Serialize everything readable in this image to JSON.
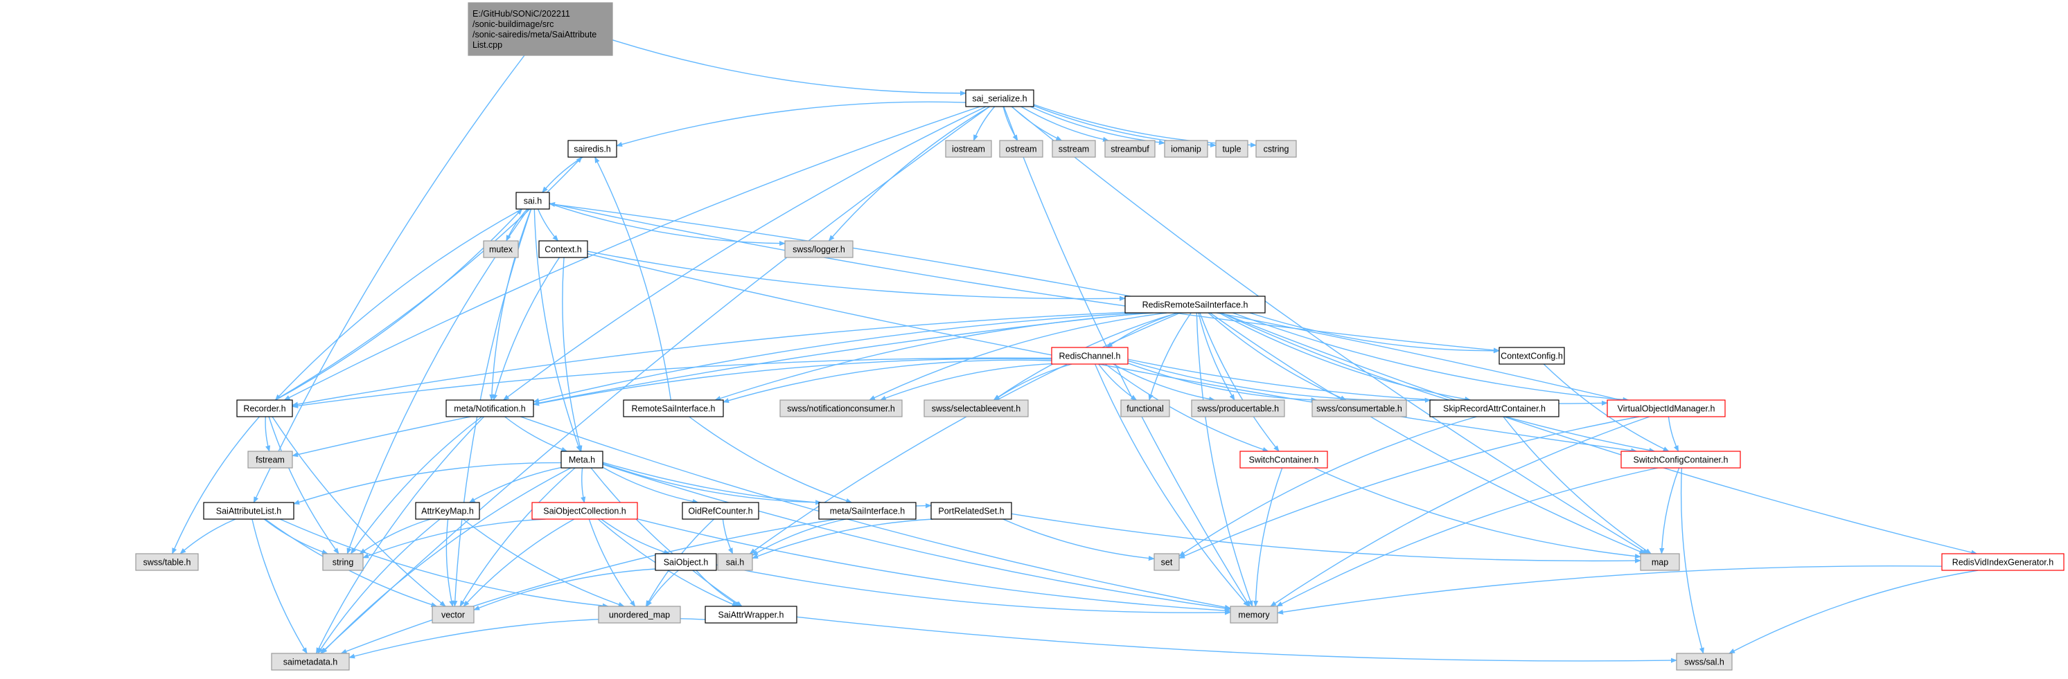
{
  "colors": {
    "edge": "#63b8ff",
    "root_fill": "#999999",
    "node_fill": "#ffffff",
    "external_fill": "#e0e0e0",
    "node_border": "#000000",
    "external_border": "#999999",
    "truncated_border": "#ff0000"
  },
  "nodes": {
    "root": {
      "lines": [
        "E:/GitHub/SONiC/202211",
        "/sonic-buildimage/src",
        "/sonic-sairedis/meta/SaiAttribute",
        "List.cpp"
      ],
      "kind": "root"
    },
    "sai_serialize": {
      "lines": [
        "sai_serialize.h"
      ],
      "kind": "node"
    },
    "sairedis": {
      "lines": [
        "sairedis.h"
      ],
      "kind": "node"
    },
    "iostream": {
      "lines": [
        "iostream"
      ],
      "kind": "external"
    },
    "ostream": {
      "lines": [
        "ostream"
      ],
      "kind": "external"
    },
    "sstream": {
      "lines": [
        "sstream"
      ],
      "kind": "external"
    },
    "streambuf": {
      "lines": [
        "streambuf"
      ],
      "kind": "external"
    },
    "iomanip": {
      "lines": [
        "iomanip"
      ],
      "kind": "external"
    },
    "tuple": {
      "lines": [
        "tuple"
      ],
      "kind": "external"
    },
    "cstring": {
      "lines": [
        "cstring"
      ],
      "kind": "external"
    },
    "sai": {
      "lines": [
        "sai.h"
      ],
      "kind": "node"
    },
    "mutex": {
      "lines": [
        "mutex"
      ],
      "kind": "external"
    },
    "context": {
      "lines": [
        "Context.h"
      ],
      "kind": "node"
    },
    "swsslogger": {
      "lines": [
        "swss/logger.h"
      ],
      "kind": "external"
    },
    "redisremote": {
      "lines": [
        "RedisRemoteSaiInterface.h"
      ],
      "kind": "node"
    },
    "contextconfig": {
      "lines": [
        "ContextConfig.h"
      ],
      "kind": "node"
    },
    "redischannel": {
      "lines": [
        "RedisChannel.h"
      ],
      "kind": "truncated"
    },
    "recorder": {
      "lines": [
        "Recorder.h"
      ],
      "kind": "node"
    },
    "notification": {
      "lines": [
        "meta/Notification.h"
      ],
      "kind": "node"
    },
    "remotesai": {
      "lines": [
        "RemoteSaiInterface.h"
      ],
      "kind": "node"
    },
    "notifconsumer": {
      "lines": [
        "swss/notificationconsumer.h"
      ],
      "kind": "external"
    },
    "selectable": {
      "lines": [
        "swss/selectableevent.h"
      ],
      "kind": "external"
    },
    "functional": {
      "lines": [
        "functional"
      ],
      "kind": "external"
    },
    "producertable": {
      "lines": [
        "swss/producertable.h"
      ],
      "kind": "external"
    },
    "consumertable": {
      "lines": [
        "swss/consumertable.h"
      ],
      "kind": "external"
    },
    "skiprecord": {
      "lines": [
        "SkipRecordAttrContainer.h"
      ],
      "kind": "node"
    },
    "vidmanager": {
      "lines": [
        "VirtualObjectIdManager.h"
      ],
      "kind": "truncated"
    },
    "fstream": {
      "lines": [
        "fstream"
      ],
      "kind": "external"
    },
    "meta": {
      "lines": [
        "Meta.h"
      ],
      "kind": "node"
    },
    "switchcontainer": {
      "lines": [
        "SwitchContainer.h"
      ],
      "kind": "truncated"
    },
    "switchconfig": {
      "lines": [
        "SwitchConfigContainer.h"
      ],
      "kind": "truncated"
    },
    "saiattrlist": {
      "lines": [
        "SaiAttributeList.h"
      ],
      "kind": "node"
    },
    "attrkeymap": {
      "lines": [
        "AttrKeyMap.h"
      ],
      "kind": "node"
    },
    "saiobjcoll": {
      "lines": [
        "SaiObjectCollection.h"
      ],
      "kind": "truncated"
    },
    "oidref": {
      "lines": [
        "OidRefCounter.h"
      ],
      "kind": "node"
    },
    "metasai": {
      "lines": [
        "meta/SaiInterface.h"
      ],
      "kind": "node"
    },
    "portrelated": {
      "lines": [
        "PortRelatedSet.h"
      ],
      "kind": "node"
    },
    "redisvid": {
      "lines": [
        "RedisVidIndexGenerator.h"
      ],
      "kind": "truncated"
    },
    "swsstable": {
      "lines": [
        "swss/table.h"
      ],
      "kind": "external"
    },
    "string": {
      "lines": [
        "string"
      ],
      "kind": "external"
    },
    "saiobject": {
      "lines": [
        "SaiObject.h"
      ],
      "kind": "node"
    },
    "saih2": {
      "lines": [
        "sai.h"
      ],
      "kind": "external"
    },
    "set": {
      "lines": [
        "set"
      ],
      "kind": "external"
    },
    "map": {
      "lines": [
        "map"
      ],
      "kind": "external"
    },
    "vector": {
      "lines": [
        "vector"
      ],
      "kind": "external"
    },
    "unorderedmap": {
      "lines": [
        "unordered_map"
      ],
      "kind": "external"
    },
    "saiattrwrapper": {
      "lines": [
        "SaiAttrWrapper.h"
      ],
      "kind": "node"
    },
    "memory": {
      "lines": [
        "memory"
      ],
      "kind": "external"
    },
    "saimetadata": {
      "lines": [
        "saimetadata.h"
      ],
      "kind": "external"
    },
    "swsssal": {
      "lines": [
        "swss/sal.h"
      ],
      "kind": "external"
    }
  }
}
